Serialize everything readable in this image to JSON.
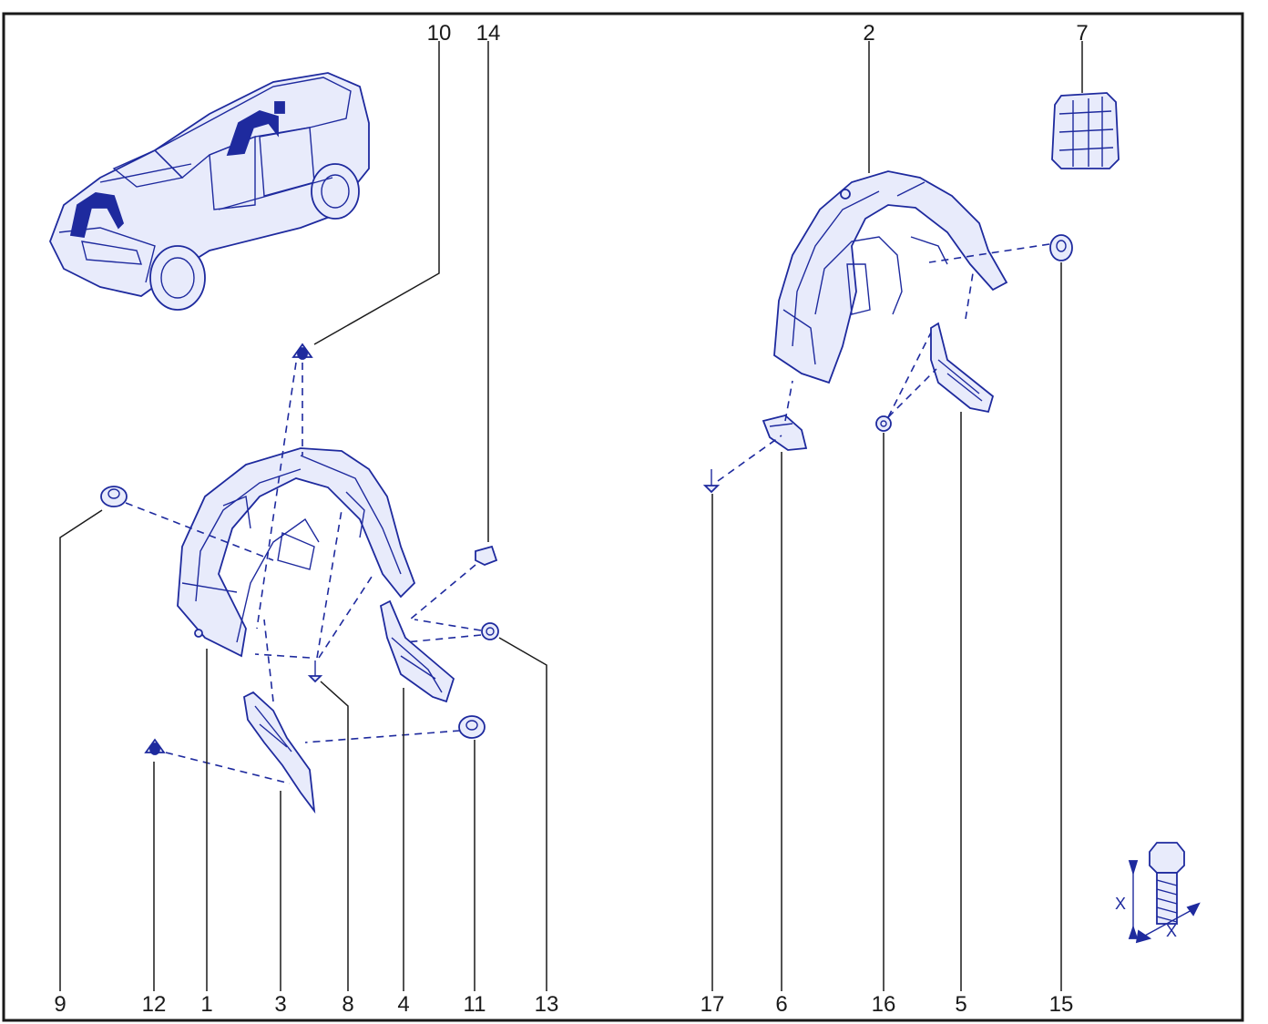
{
  "callouts": {
    "c10": "10",
    "c14": "14",
    "c2": "2",
    "c7": "7",
    "c9": "9",
    "c12": "12",
    "c1": "1",
    "c3": "3",
    "c8": "8",
    "c4": "4",
    "c11": "11",
    "c13": "13",
    "c17": "17",
    "c6": "6",
    "c16": "16",
    "c5": "5",
    "c15": "15"
  },
  "torque_symbol": {
    "label_vertical": "X",
    "label_diagonal": "X"
  },
  "colors": {
    "line_art": "#1e2a9e",
    "fill_light": "#e8ebfb",
    "text": "#1a1a1a",
    "frame": "#1a1a1a"
  }
}
